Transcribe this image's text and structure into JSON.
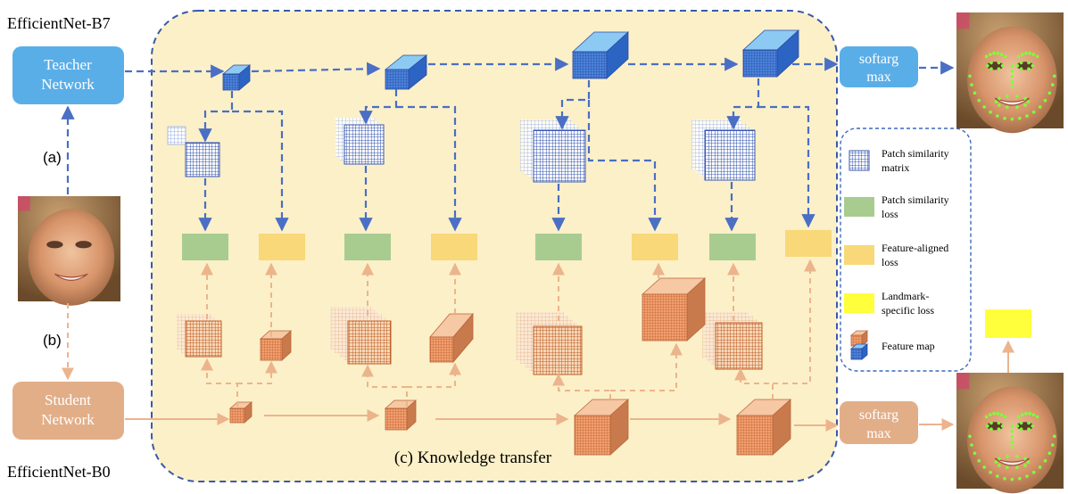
{
  "labels": {
    "teacher_model": "EfficientNet-B7",
    "student_model": "EfficientNet-B0",
    "teacher_network": [
      "Teacher",
      "Network"
    ],
    "student_network": [
      "Student",
      "Network"
    ],
    "softargmax": [
      "softarg",
      "max"
    ],
    "path_a": "(a)",
    "path_b": "(b)",
    "knowledge_transfer": "(c) Knowledge transfer"
  },
  "legend": [
    {
      "lines": [
        "Patch similarity",
        "matrix"
      ],
      "icon": "patch-grid-icon"
    },
    {
      "lines": [
        "Patch similarity",
        "loss"
      ],
      "icon": "green-box-icon"
    },
    {
      "lines": [
        "Feature-aligned",
        "loss"
      ],
      "icon": "yellow-box-icon"
    },
    {
      "lines": [
        "Landmark-",
        "specific loss"
      ],
      "icon": "bright-yellow-box-icon"
    },
    {
      "lines": [
        "Feature map"
      ],
      "icon": "cube-stack-icon"
    }
  ],
  "colors": {
    "teacher": "#5aaee8",
    "teacher_arrow": "#4a6fc4",
    "student": "#e2ae88",
    "student_arrow": "#ecb48c",
    "panel_bg": "#fcf0c8",
    "panel_border": "#3a5aa8",
    "sim_loss": "#a8cc90",
    "feat_loss": "#f8d878",
    "landmark_loss": "#ffff3c",
    "blue_grid": "#3a58b0",
    "orange_grid": "#c0602a"
  },
  "images": {
    "input_face": "child-face-photo",
    "teacher_output": "face-with-landmarks",
    "student_output": "face-with-landmarks"
  }
}
